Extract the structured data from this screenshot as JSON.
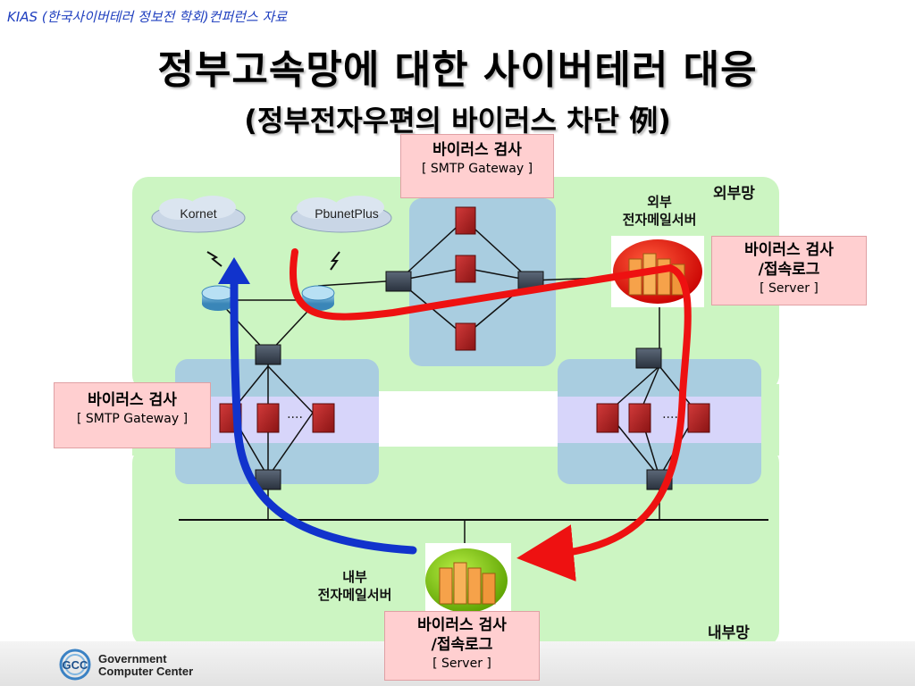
{
  "header_note": "KIAS (한국사이버테러 정보전 학회)컨퍼런스 자료",
  "title": {
    "main": "정부고속망에 대한 사이버테러 대응",
    "sub": "(정부전자우편의 바이러스 차단 例)"
  },
  "clouds": {
    "kornet": "Kornet",
    "pbunet": "PbunetPlus"
  },
  "zones": {
    "external": "외부망",
    "internal": "내부망"
  },
  "servers": {
    "external_line1": "외부",
    "external_line2": "전자메일서버",
    "internal_line1": "내부",
    "internal_line2": "전자메일서버"
  },
  "callouts": {
    "top_gateway": {
      "line1": "바이러스 검사",
      "line2": "[ SMTP Gateway ]"
    },
    "left_gateway": {
      "line1": "바이러스 검사",
      "line2": "[ SMTP Gateway ]"
    },
    "right_server": {
      "line1": "바이러스 검사",
      "line2": "/접속로그",
      "line3": "[ Server ]"
    },
    "bottom_server": {
      "line1": "바이러스 검사",
      "line2": "/접속로그",
      "line3": "[ Server ]"
    }
  },
  "ellipsis": "····",
  "footer": {
    "logo_letters": "GCC",
    "org_line1": "Government",
    "org_line2": "Computer Center"
  },
  "colors": {
    "zone_green": "#ccf5c2",
    "subnet_blue": "#a9cde0",
    "band_lavender": "#d7d5fa",
    "callout_pink": "#ffcfd0",
    "arrow_red": "#ee1111",
    "arrow_blue": "#1133cc"
  }
}
